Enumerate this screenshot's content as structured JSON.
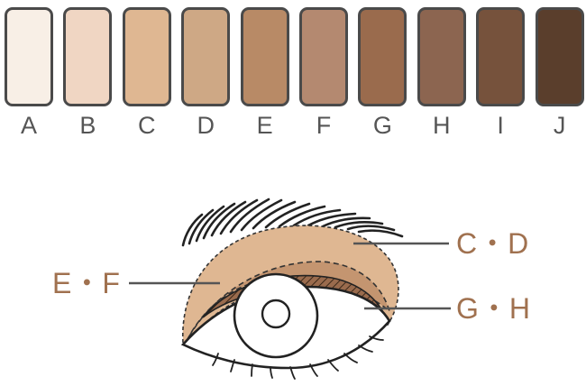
{
  "palette": {
    "swatches": [
      {
        "letter": "A",
        "color": "#f8efe6"
      },
      {
        "letter": "B",
        "color": "#f0d6c3"
      },
      {
        "letter": "C",
        "color": "#dfb792"
      },
      {
        "letter": "D",
        "color": "#cea885"
      },
      {
        "letter": "E",
        "color": "#b88a66"
      },
      {
        "letter": "F",
        "color": "#b48970"
      },
      {
        "letter": "G",
        "color": "#9a6b4d"
      },
      {
        "letter": "H",
        "color": "#8c6550"
      },
      {
        "letter": "I",
        "color": "#76523c"
      },
      {
        "letter": "J",
        "color": "#5a3e2c"
      }
    ]
  },
  "callouts": {
    "lid": "C・D",
    "crease": "E・F",
    "lashline": "G・H"
  },
  "colors": {
    "callout_text": "#a0714f",
    "leader_line": "#555555",
    "lid_fill": "#dfb792",
    "crease_fill": "#c49570",
    "lash_fill": "#9a6b4d",
    "outline": "#222222"
  }
}
